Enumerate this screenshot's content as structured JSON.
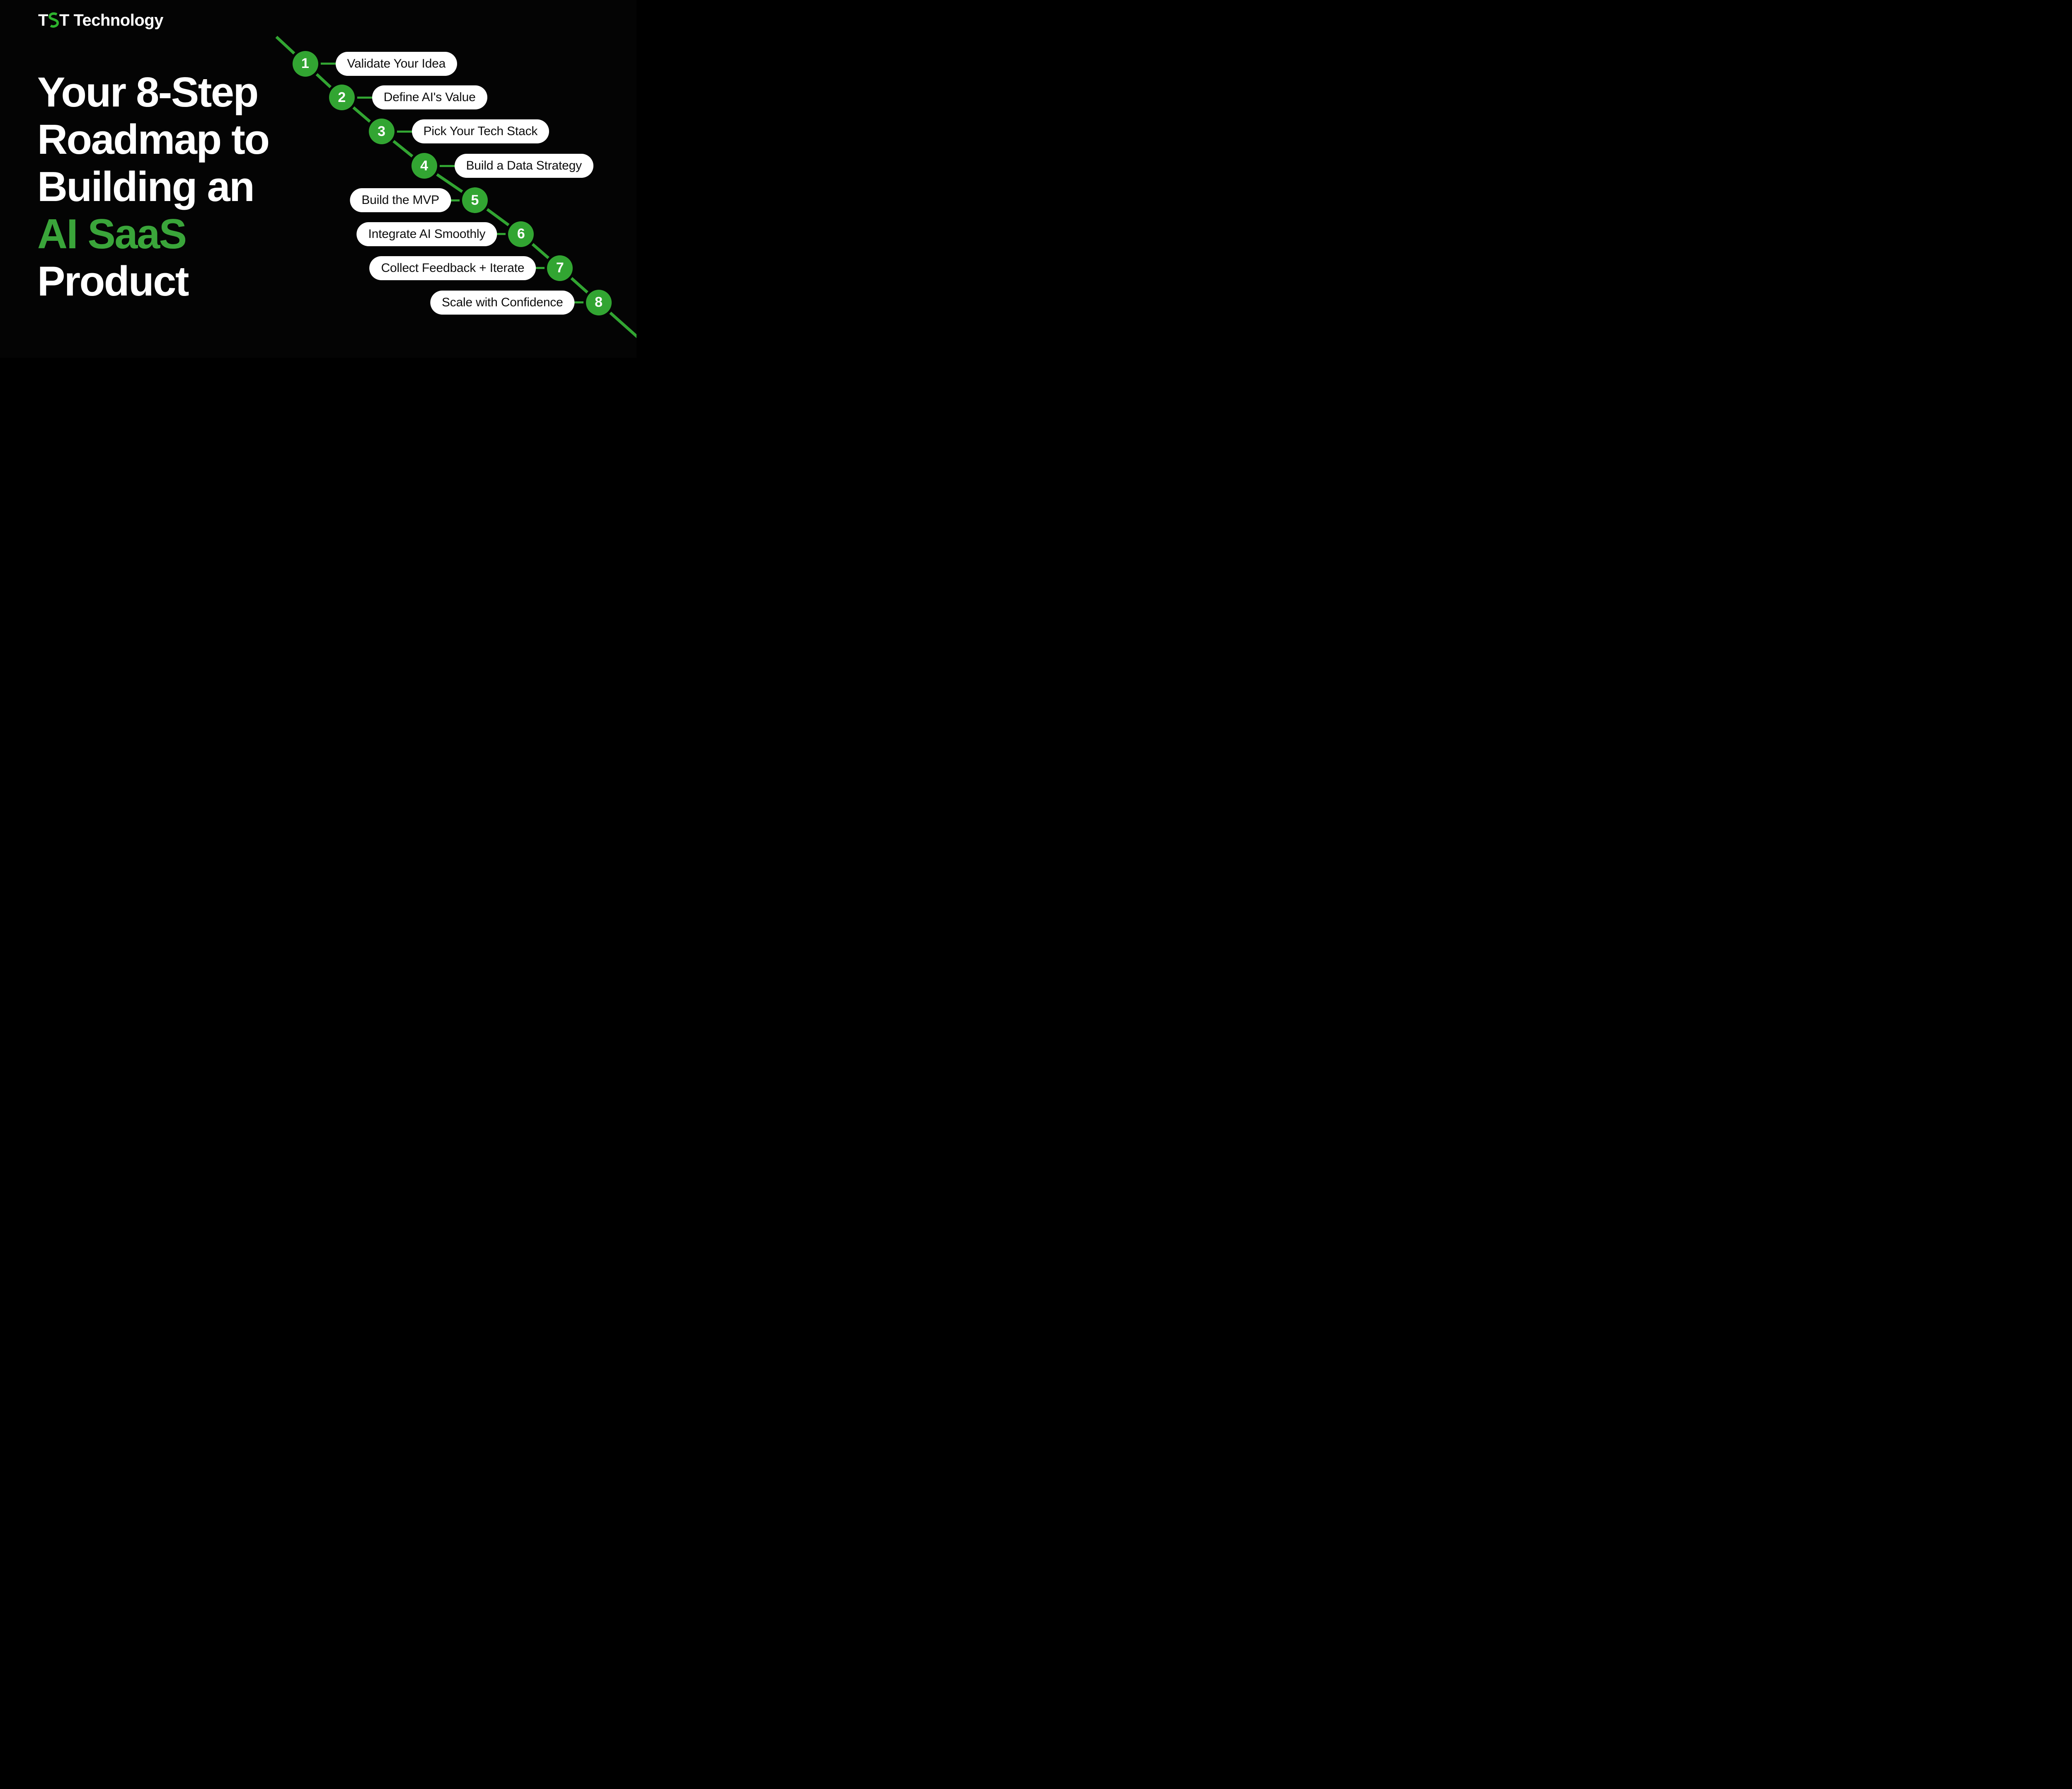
{
  "logo": {
    "t1": "T",
    "s_icon": "stylized-green-s",
    "rest": "T Technology"
  },
  "title": {
    "lines": [
      {
        "text": "Your 8-Step",
        "highlight": false
      },
      {
        "text": "Roadmap to",
        "highlight": false
      },
      {
        "text": "Building an",
        "highlight": false
      },
      {
        "text": "AI SaaS",
        "highlight": true
      },
      {
        "text": "Product",
        "highlight": false
      }
    ]
  },
  "steps": [
    {
      "number": "1",
      "label": "Validate Your Idea",
      "side": "right"
    },
    {
      "number": "2",
      "label": "Define AI's Value",
      "side": "right"
    },
    {
      "number": "3",
      "label": "Pick Your Tech Stack",
      "side": "right"
    },
    {
      "number": "4",
      "label": "Build a Data Strategy",
      "side": "right"
    },
    {
      "number": "5",
      "label": "Build the MVP",
      "side": "left"
    },
    {
      "number": "6",
      "label": "Integrate AI Smoothly",
      "side": "left"
    },
    {
      "number": "7",
      "label": "Collect Feedback + Iterate",
      "side": "left"
    },
    {
      "number": "8",
      "label": "Scale with Confidence",
      "side": "left"
    }
  ],
  "colors": {
    "background": "#040404",
    "accent_green": "#32a532",
    "logo_green": "#2db32d",
    "title_green": "#3aa53a",
    "pill_bg": "#ffffff",
    "pill_text": "#0d0d0d",
    "number_text": "#ffffff",
    "title_text": "#ffffff"
  }
}
